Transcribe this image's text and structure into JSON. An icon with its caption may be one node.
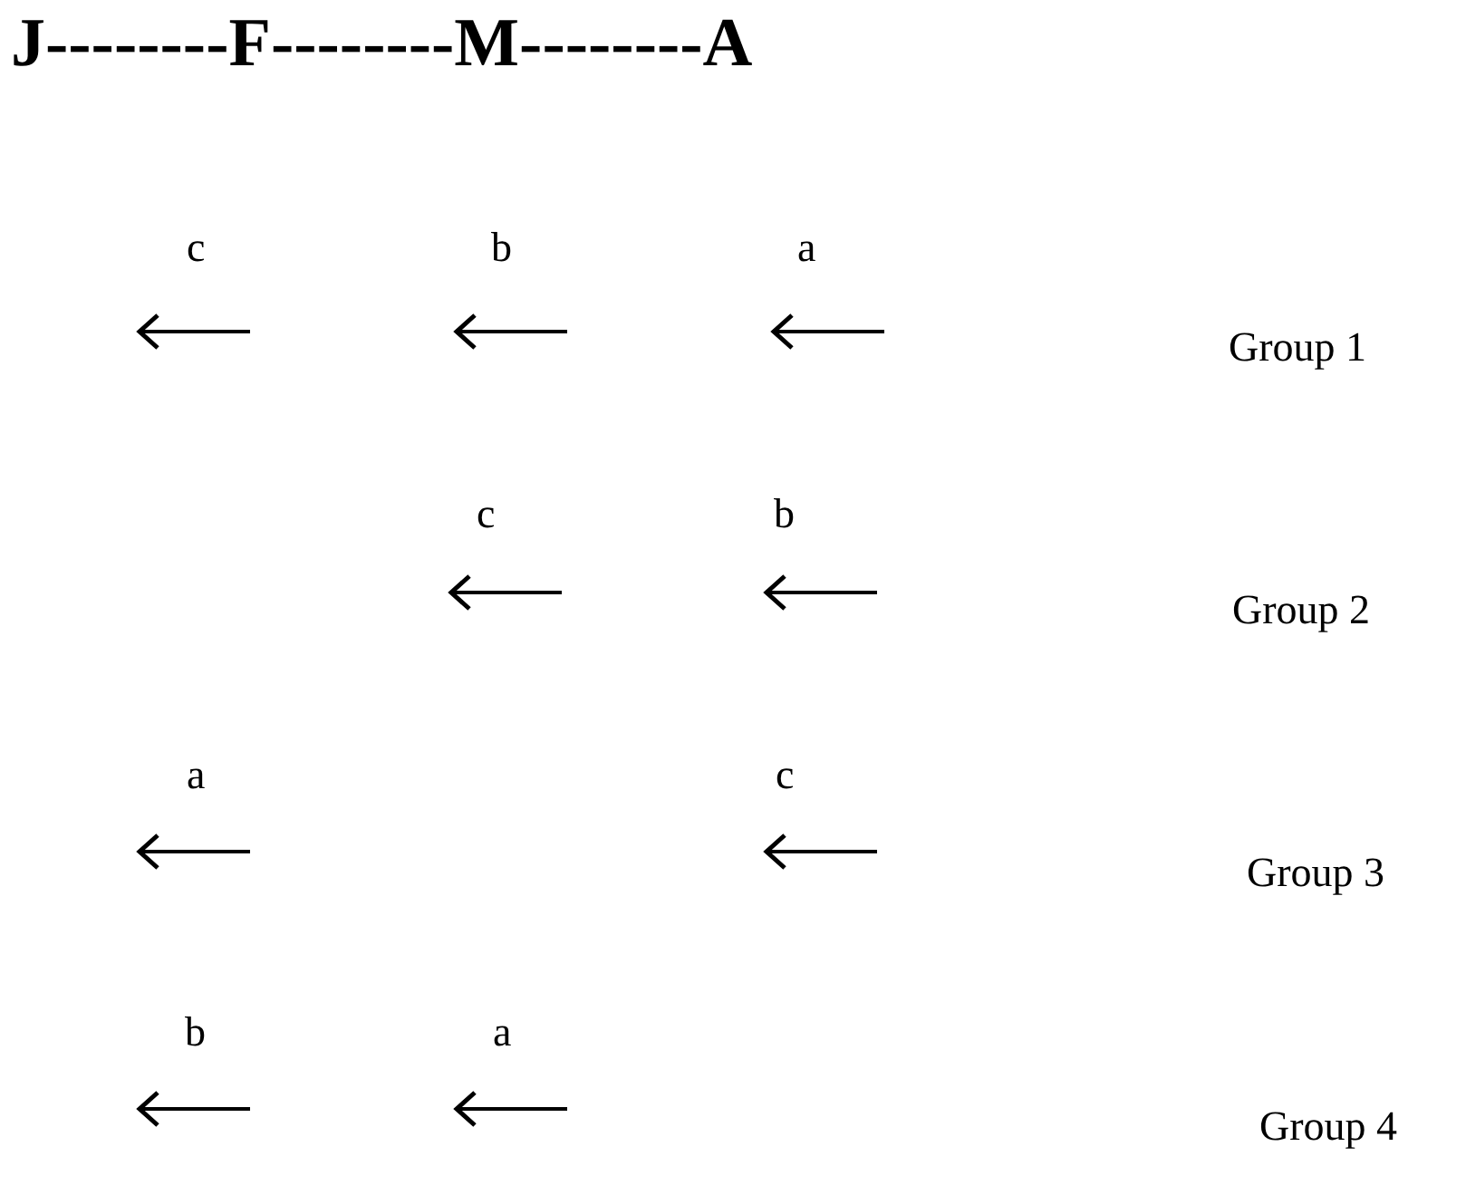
{
  "diagram": {
    "title": "J--------F--------M--------A",
    "labels": [
      "c",
      "b",
      "a",
      "Group 1",
      "c",
      "b",
      "Group 2",
      "a",
      "c",
      "Group 3",
      "b",
      "a",
      "Group 4"
    ]
  }
}
